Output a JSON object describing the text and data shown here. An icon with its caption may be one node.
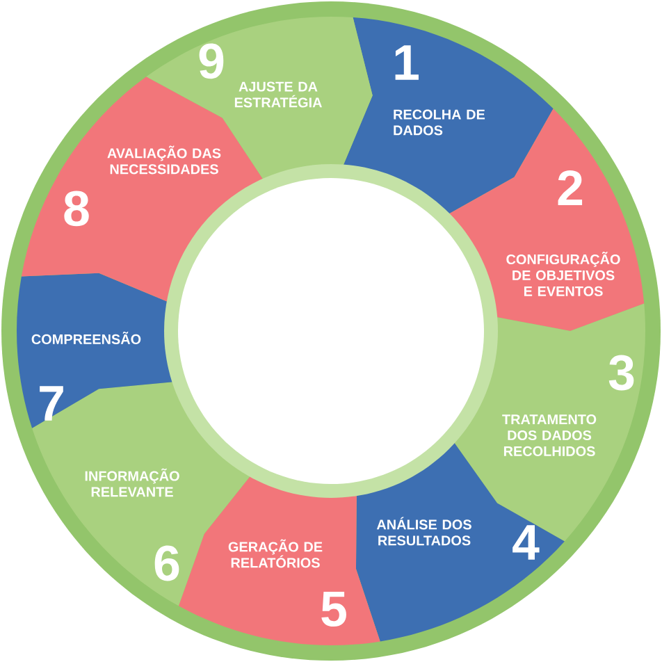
{
  "diagram": {
    "nodes": [
      {
        "text": [
          "1",
          "RECOLHA DE DADOS"
        ]
      },
      {
        "text": [
          "2",
          "CONFIGURAÇÃO DE OBJETIVOS E EVENTOS"
        ]
      },
      {
        "text": [
          "3",
          "TRATAMENTO DOS DADOS RECOLHIDOS"
        ]
      },
      {
        "text": [
          "ANÁLISE DOS RESULTADOS",
          "4"
        ]
      },
      {
        "text": [
          "GERAÇÃO DE RELATÓRIOS",
          "5"
        ]
      },
      {
        "text": [
          "INFORMAÇÃO RELEVANTE",
          "6"
        ]
      },
      {
        "text": [
          "COMPREENSÃO",
          "7"
        ]
      },
      {
        "text": [
          "AVALIAÇÃO DAS NECESSIDADES",
          "8"
        ]
      },
      {
        "text": [
          "9",
          "AJUSTE DA ESTRATÉGIA"
        ]
      }
    ]
  }
}
